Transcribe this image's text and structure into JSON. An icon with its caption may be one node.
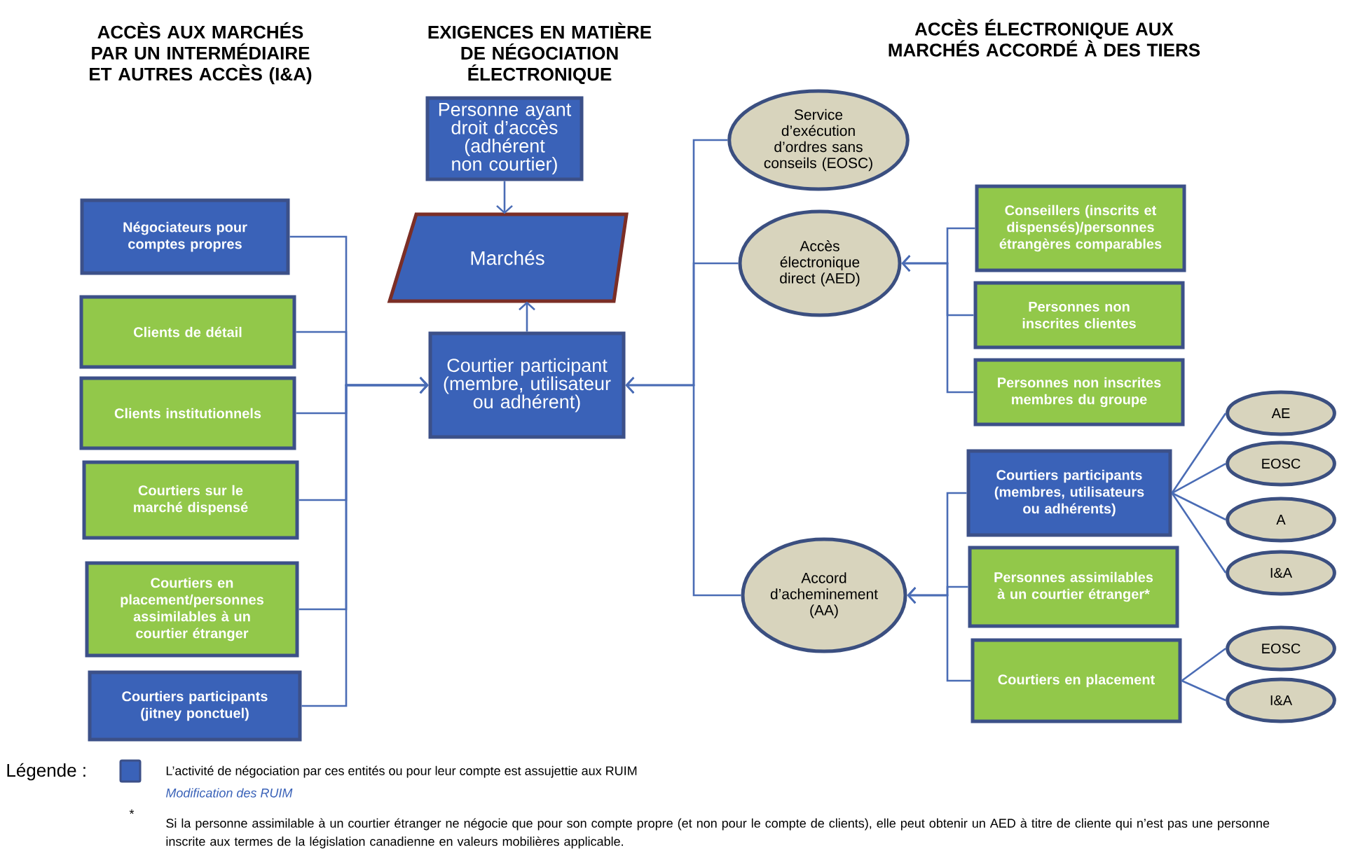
{
  "diagram": {
    "nodes": [
      {
        "text": [
          "Personne ayant droit d’accès (adhérent non courtier)"
        ]
      },
      {
        "text": [
          "Marchés"
        ]
      },
      {
        "text": [
          "Courtier participant (membre, utilisateur ou adhérent)"
        ]
      },
      {
        "text": [
          "Négociateurs pour comptes propres"
        ]
      },
      {
        "text": [
          "Clients de détail"
        ]
      },
      {
        "text": [
          "Clients institutionnels"
        ]
      },
      {
        "text": [
          "Courtiers sur le marché dispensé"
        ]
      },
      {
        "text": [
          "Courtiers en placement/personnes assimilables à un courtier étranger"
        ]
      },
      {
        "text": [
          "Courtiers participants (jitney ponctuel)"
        ]
      },
      {
        "text": [
          "Service d’exécution d’ordres sans conseils (EOSC)"
        ]
      },
      {
        "text": [
          "Accès électronique direct (AED)"
        ]
      },
      {
        "text": [
          "Conseillers (inscrits et dispensés)/personnes étrangères comparables"
        ]
      },
      {
        "text": [
          "Personnes non inscrites clientes"
        ]
      },
      {
        "text": [
          "Personnes non inscrites membres du groupe"
        ]
      },
      {
        "text": [
          "Accord d’acheminement (AA)"
        ]
      },
      {
        "text": [
          "Courtiers participants (membres, utilisateurs ou adhérents)"
        ]
      },
      {
        "text": [
          "Personnes assimilables à un courtier étranger*"
        ]
      },
      {
        "text": [
          "Courtiers en placement"
        ]
      },
      {
        "text": [
          "AE"
        ]
      },
      {
        "text": [
          "EOSC"
        ]
      },
      {
        "text": [
          "A"
        ]
      },
      {
        "text": [
          "I&A"
        ]
      },
      {
        "text": [
          "EOSC"
        ]
      },
      {
        "text": [
          "I&A"
        ]
      }
    ],
    "edges": [
      {
        "from": 0,
        "to": 1,
        "arrow": "to"
      },
      {
        "from": 2,
        "to": 1,
        "arrow": "to"
      },
      {
        "from": 3,
        "to": 2,
        "arrow": "to"
      },
      {
        "from": 4,
        "to": 2,
        "arrow": "to"
      },
      {
        "from": 5,
        "to": 2,
        "arrow": "to"
      },
      {
        "from": 6,
        "to": 2,
        "arrow": "to"
      },
      {
        "from": 7,
        "to": 2,
        "arrow": "to"
      },
      {
        "from": 8,
        "to": 2,
        "arrow": "to"
      },
      {
        "from": 9,
        "to": 2,
        "arrow": "to"
      },
      {
        "from": 10,
        "to": 2,
        "arrow": "to"
      },
      {
        "from": 14,
        "to": 2,
        "arrow": "to"
      },
      {
        "from": 11,
        "to": 10,
        "arrow": "to"
      },
      {
        "from": 12,
        "to": 10,
        "arrow": "to"
      },
      {
        "from": 13,
        "to": 10,
        "arrow": "to"
      },
      {
        "from": 15,
        "to": 14,
        "arrow": "to"
      },
      {
        "from": 16,
        "to": 14,
        "arrow": "to"
      },
      {
        "from": 17,
        "to": 14,
        "arrow": "to"
      },
      {
        "from": 15,
        "to": 18,
        "arrow": "none"
      },
      {
        "from": 15,
        "to": 19,
        "arrow": "none"
      },
      {
        "from": 15,
        "to": 20,
        "arrow": "none"
      },
      {
        "from": 15,
        "to": 21,
        "arrow": "none"
      },
      {
        "from": 17,
        "to": 22,
        "arrow": "none"
      },
      {
        "from": 17,
        "to": 23,
        "arrow": "none"
      }
    ],
    "labels": [
      "ACCÈS AUX MARCHÉS PAR UN INTERMÉDIAIRE ET AUTRES ACCÈS (I&A)",
      "EXIGENCES EN MATIÈRE DE NÉGOCIATION ÉLECTRONIQUE",
      "ACCÈS ÉLECTRONIQUE AUX MARCHÉS ACCORDÉ À DES TIERS",
      "Légende :",
      "Modification des RUIM",
      "*",
      "Si la personne assimilable à un courtier étranger ne négocie que pour son compte propre (et non pour le compte de clients), elle peut obtenir un AED à titre de cliente qui n’est pas une personne inscrite aux termes de la législation canadienne en valeurs mobilières applicable."
    ],
    "legend": [
      {
        "text": "L’activité de négociation par ces entités ou pour leur compte est assujettie aux RUIM",
        "color": "#3a62b8"
      }
    ]
  }
}
